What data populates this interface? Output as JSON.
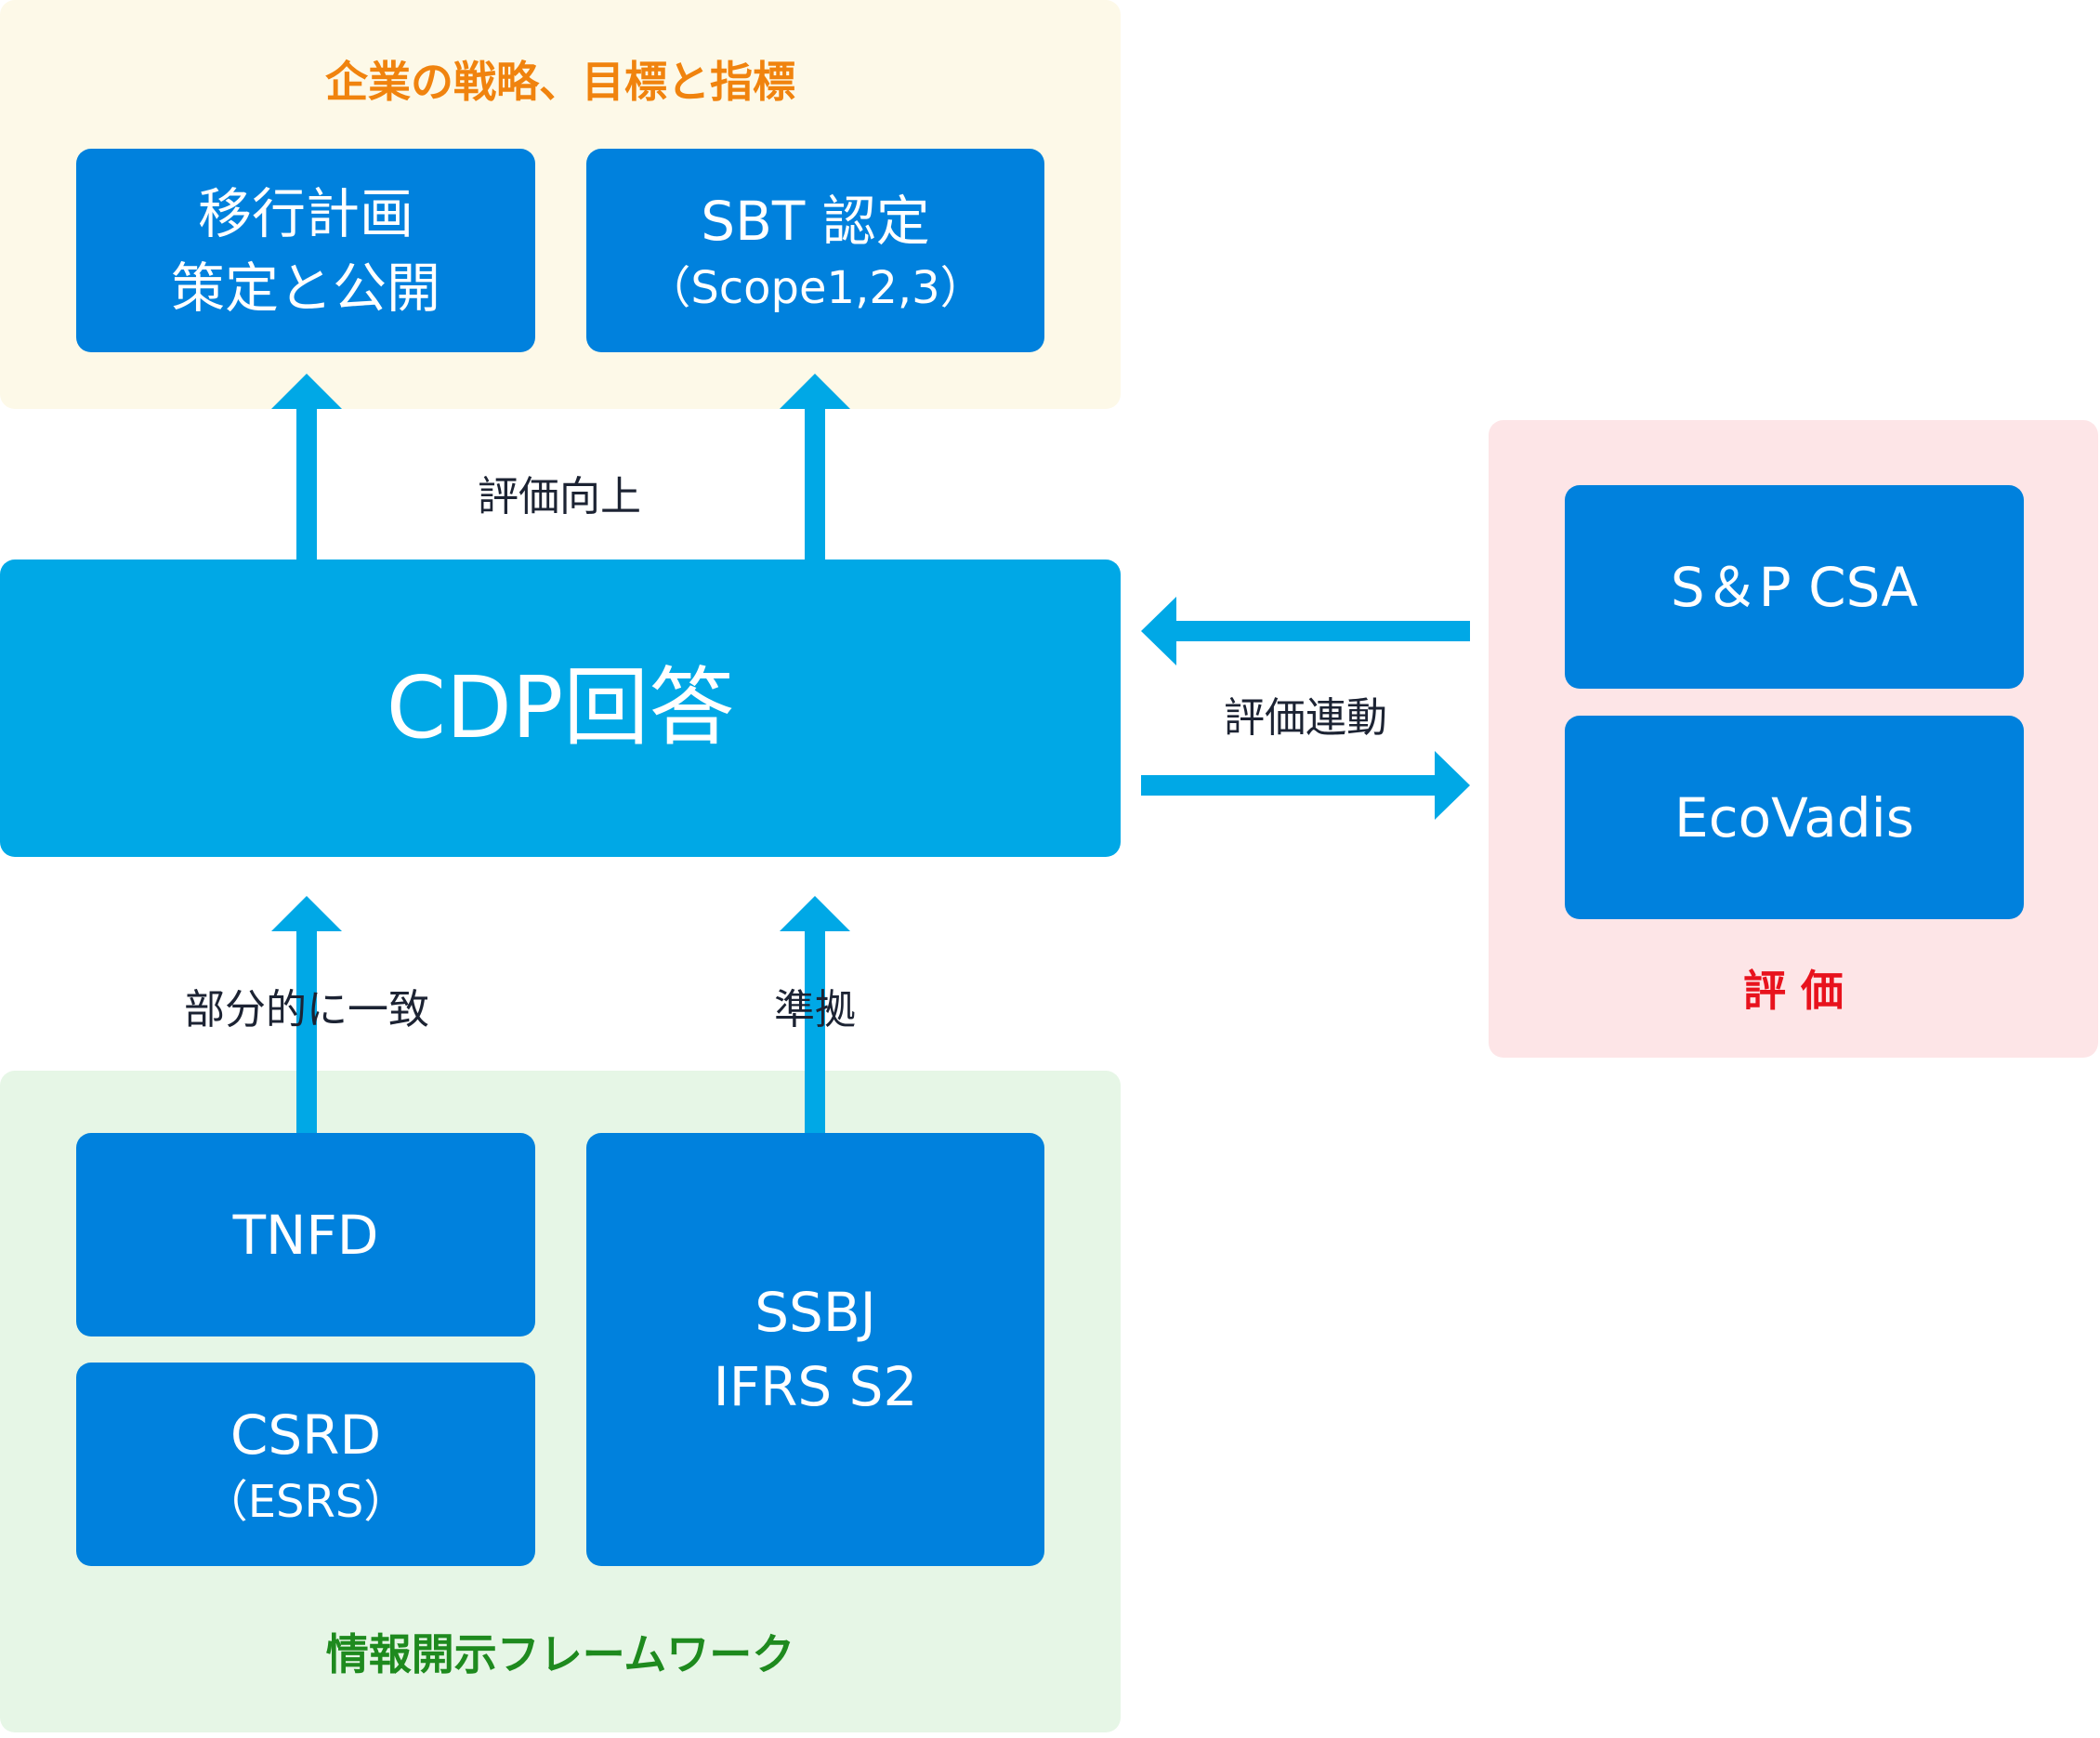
{
  "top_panel": {
    "title": "企業の戦略、目標と指標",
    "title_color": "#f0830e",
    "bg_color": "#fdf9e8",
    "boxes": [
      {
        "lines": [
          "移行計画",
          "策定と公開"
        ]
      },
      {
        "lines": [
          "SBT 認定",
          "（Scope1,2,3）"
        ]
      }
    ]
  },
  "center": {
    "label": "CDP回答",
    "color": "#00a8e6"
  },
  "arrow_labels": {
    "up_top": "評価向上",
    "linkage": "評価連動",
    "partial": "部分的に一致",
    "compliant": "準拠"
  },
  "bottom_panel": {
    "title": "情報開示フレームワーク",
    "title_color": "#1e8a1e",
    "bg_color": "#e6f6e6",
    "boxes": [
      {
        "lines": [
          "TNFD"
        ]
      },
      {
        "lines": [
          "CSRD",
          "（ESRS）"
        ]
      },
      {
        "lines": [
          "SSBJ",
          "IFRS S2"
        ]
      }
    ]
  },
  "right_panel": {
    "title": "評 価",
    "title_color": "#e8121d",
    "bg_color": "#fde5e7",
    "boxes": [
      {
        "lines": [
          "S＆P CSA"
        ]
      },
      {
        "lines": [
          "EcoVadis"
        ]
      }
    ]
  },
  "colors": {
    "box": "#0081dd",
    "arrow": "#00a8e6",
    "label_text": "#1c2333"
  }
}
